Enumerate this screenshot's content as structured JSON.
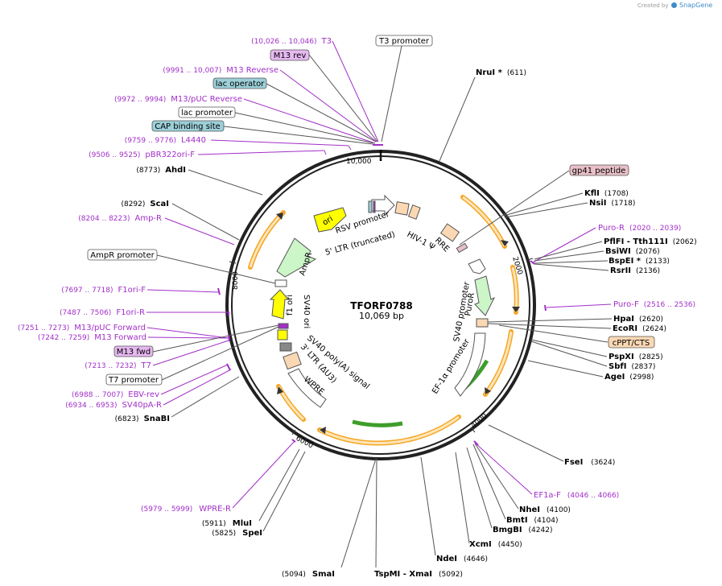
{
  "credit": {
    "prefix": "Created by",
    "brand": "SnapGene"
  },
  "plasmid": {
    "name": "TFORF0788",
    "size_label": "10,069 bp",
    "length": 10069
  },
  "tick_labels": [
    "10,000",
    "2000",
    "4000",
    "6000",
    "8000"
  ],
  "colors": {
    "primer": "#a22fc8",
    "orf_arrow": "#f5a623",
    "orf_fill": "#fde5ba",
    "ori_fill": "#ffff00",
    "ampr_fill": "#ccf5c8",
    "ltr_fill": "#fbd8b4",
    "box_blue": "#9ccfd8",
    "box_purple": "#e6b8f0",
    "box_pink": "#e8c0c8",
    "box_peach": "#fbd8b4"
  },
  "top_labels": [
    {
      "kind": "primer",
      "range": "(10,026 .. 10,046)",
      "name": "T3"
    },
    {
      "kind": "box",
      "name": "M13 rev",
      "style": "purple"
    },
    {
      "kind": "primer",
      "range": "(9991 .. 10,007)",
      "name": "M13 Reverse"
    },
    {
      "kind": "box",
      "name": "lac operator",
      "style": "blue"
    },
    {
      "kind": "primer",
      "range": "(9972 .. 9994)",
      "name": "M13/pUC Reverse"
    },
    {
      "kind": "box",
      "name": "lac promoter",
      "style": "white"
    },
    {
      "kind": "box",
      "name": "CAP binding site",
      "style": "blue"
    },
    {
      "kind": "primer",
      "range": "(9759 .. 9776)",
      "name": "L4440"
    },
    {
      "kind": "primer",
      "range": "(9506 .. 9525)",
      "name": "pBR322ori-F"
    },
    {
      "kind": "enzyme",
      "pos": "(8773)",
      "name": "AhdI"
    },
    {
      "kind": "enzyme",
      "pos": "(8292)",
      "name": "ScaI"
    },
    {
      "kind": "primer",
      "range": "(8204 .. 8223)",
      "name": "Amp-R"
    },
    {
      "kind": "box",
      "name": "AmpR promoter",
      "style": "white"
    },
    {
      "kind": "primer",
      "range": "(7697 .. 7718)",
      "name": "F1ori-F"
    },
    {
      "kind": "primer",
      "range": "(7487 .. 7506)",
      "name": "F1ori-R"
    },
    {
      "kind": "primer",
      "range": "(7251 .. 7273)",
      "name": "M13/pUC Forward"
    },
    {
      "kind": "primer",
      "range": "(7242 .. 7259)",
      "name": "M13 Forward"
    },
    {
      "kind": "box",
      "name": "M13 fwd",
      "style": "purple"
    },
    {
      "kind": "primer",
      "range": "(7213 .. 7232)",
      "name": "T7"
    },
    {
      "kind": "box",
      "name": "T7 promoter",
      "style": "white"
    },
    {
      "kind": "primer",
      "range": "(6988 .. 7007)",
      "name": "EBV-rev"
    },
    {
      "kind": "primer",
      "range": "(6934 .. 6953)",
      "name": "SV40pA-R"
    },
    {
      "kind": "enzyme",
      "pos": "(6823)",
      "name": "SnaBI"
    }
  ],
  "right_labels": [
    {
      "kind": "box",
      "name": "T3 promoter",
      "style": "white"
    },
    {
      "kind": "enzyme",
      "name": "NruI *",
      "pos": "(611)"
    },
    {
      "kind": "box",
      "name": "gp41 peptide",
      "style": "pink"
    },
    {
      "kind": "enzyme",
      "name": "KflI",
      "pos": "(1708)"
    },
    {
      "kind": "enzyme",
      "name": "NsiI",
      "pos": "(1718)"
    },
    {
      "kind": "primer",
      "name": "Puro-R",
      "range": "(2020 .. 2039)"
    },
    {
      "kind": "enzyme",
      "name": "PflFI - Tth111I",
      "pos": "(2062)"
    },
    {
      "kind": "enzyme",
      "name": "BsiWI",
      "pos": "(2076)"
    },
    {
      "kind": "enzyme",
      "name": "BspEI *",
      "pos": "(2133)"
    },
    {
      "kind": "enzyme",
      "name": "RsrII",
      "pos": "(2136)"
    },
    {
      "kind": "primer",
      "name": "Puro-F",
      "range": "(2516 .. 2536)"
    },
    {
      "kind": "enzyme",
      "name": "HpaI",
      "pos": "(2620)"
    },
    {
      "kind": "enzyme",
      "name": "EcoRI",
      "pos": "(2624)"
    },
    {
      "kind": "box",
      "name": "cPPT/CTS",
      "style": "peach"
    },
    {
      "kind": "enzyme",
      "name": "PspXI",
      "pos": "(2825)"
    },
    {
      "kind": "enzyme",
      "name": "SbfI",
      "pos": "(2837)"
    },
    {
      "kind": "enzyme",
      "name": "AgeI",
      "pos": "(2998)"
    },
    {
      "kind": "enzyme",
      "name": "FseI",
      "pos": "(3624)"
    },
    {
      "kind": "primer",
      "name": "EF1a-F",
      "range": "(4046 .. 4066)"
    },
    {
      "kind": "enzyme",
      "name": "NheI",
      "pos": "(4100)"
    },
    {
      "kind": "enzyme",
      "name": "BmtI",
      "pos": "(4104)"
    },
    {
      "kind": "enzyme",
      "name": "BmgBI",
      "pos": "(4242)"
    },
    {
      "kind": "enzyme",
      "name": "XcmI",
      "pos": "(4450)"
    },
    {
      "kind": "enzyme",
      "name": "NdeI",
      "pos": "(4646)"
    },
    {
      "kind": "enzyme",
      "name": "TspMI - XmaI",
      "pos": "(5092)"
    }
  ],
  "bottom_left_labels": [
    {
      "kind": "primer",
      "range": "(5979 .. 5999)",
      "name": "WPRE-R"
    },
    {
      "kind": "enzyme",
      "pos": "(5911)",
      "name": "MluI"
    },
    {
      "kind": "enzyme",
      "pos": "(5825)",
      "name": "SpeI"
    },
    {
      "kind": "enzyme",
      "pos": "(5094)",
      "name": "SmaI"
    }
  ],
  "inner_labels": {
    "ori": "ori",
    "rsv_promoter": "RSV promoter",
    "ltr5": "5' LTR (truncated)",
    "hiv_psi": "HIV-1 Ψ",
    "rre": "RRE",
    "ampr": "AmpR",
    "f1_ori": "f1 ori",
    "sv40_ori": "SV40 ori",
    "sv40_polya": "SV40 poly(A) signal",
    "ltr3": "3' LTR (ΔU3)",
    "wpre": "WPRE",
    "sv40_promoter": "SV40 promoter",
    "puror": "PuroR",
    "ef1a_promoter": "EF-1α promoter"
  }
}
